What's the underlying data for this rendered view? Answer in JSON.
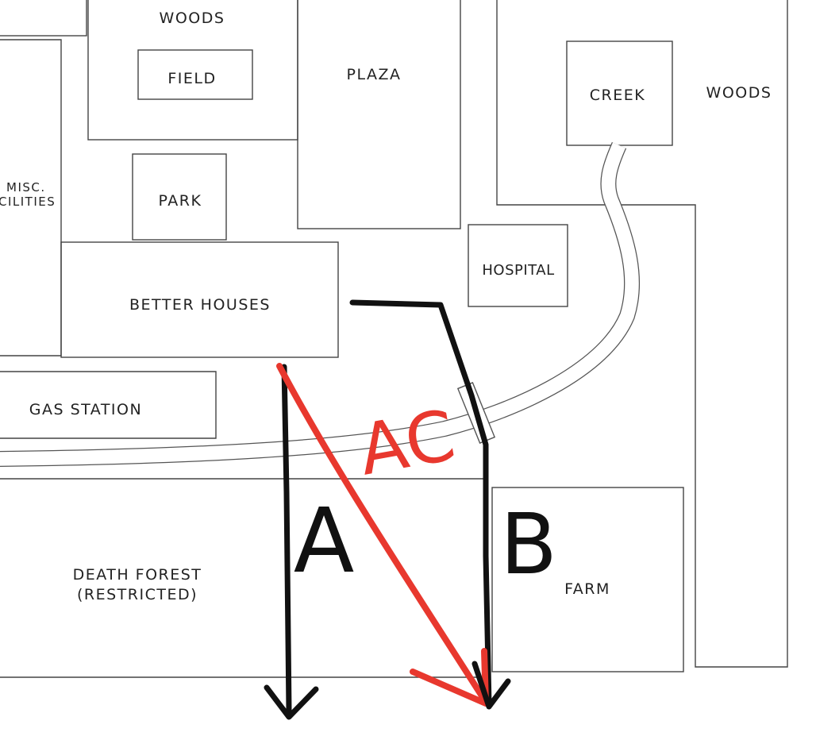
{
  "map": {
    "areas": {
      "woods_north": "WOODS",
      "field": "FIELD",
      "plaza": "PLAZA",
      "creek": "CREEK",
      "woods_east": "WOODS",
      "misc_line1": "MISC.",
      "misc_line2": "CILITIES",
      "park": "PARK",
      "hospital": "HOSPITAL",
      "better_houses": "BETTER HOUSES",
      "gas_station": "GAS STATION",
      "death_forest_line1": "DEATH FOREST",
      "death_forest_line2": "(RESTRICTED)",
      "farm": "FARM"
    },
    "routes": {
      "route_a_label": "A",
      "route_b_label": "B",
      "route_ac_label": "AC"
    },
    "colors": {
      "route_black": "#111111",
      "route_red": "#e8382e",
      "block_stroke": "#444444"
    }
  }
}
